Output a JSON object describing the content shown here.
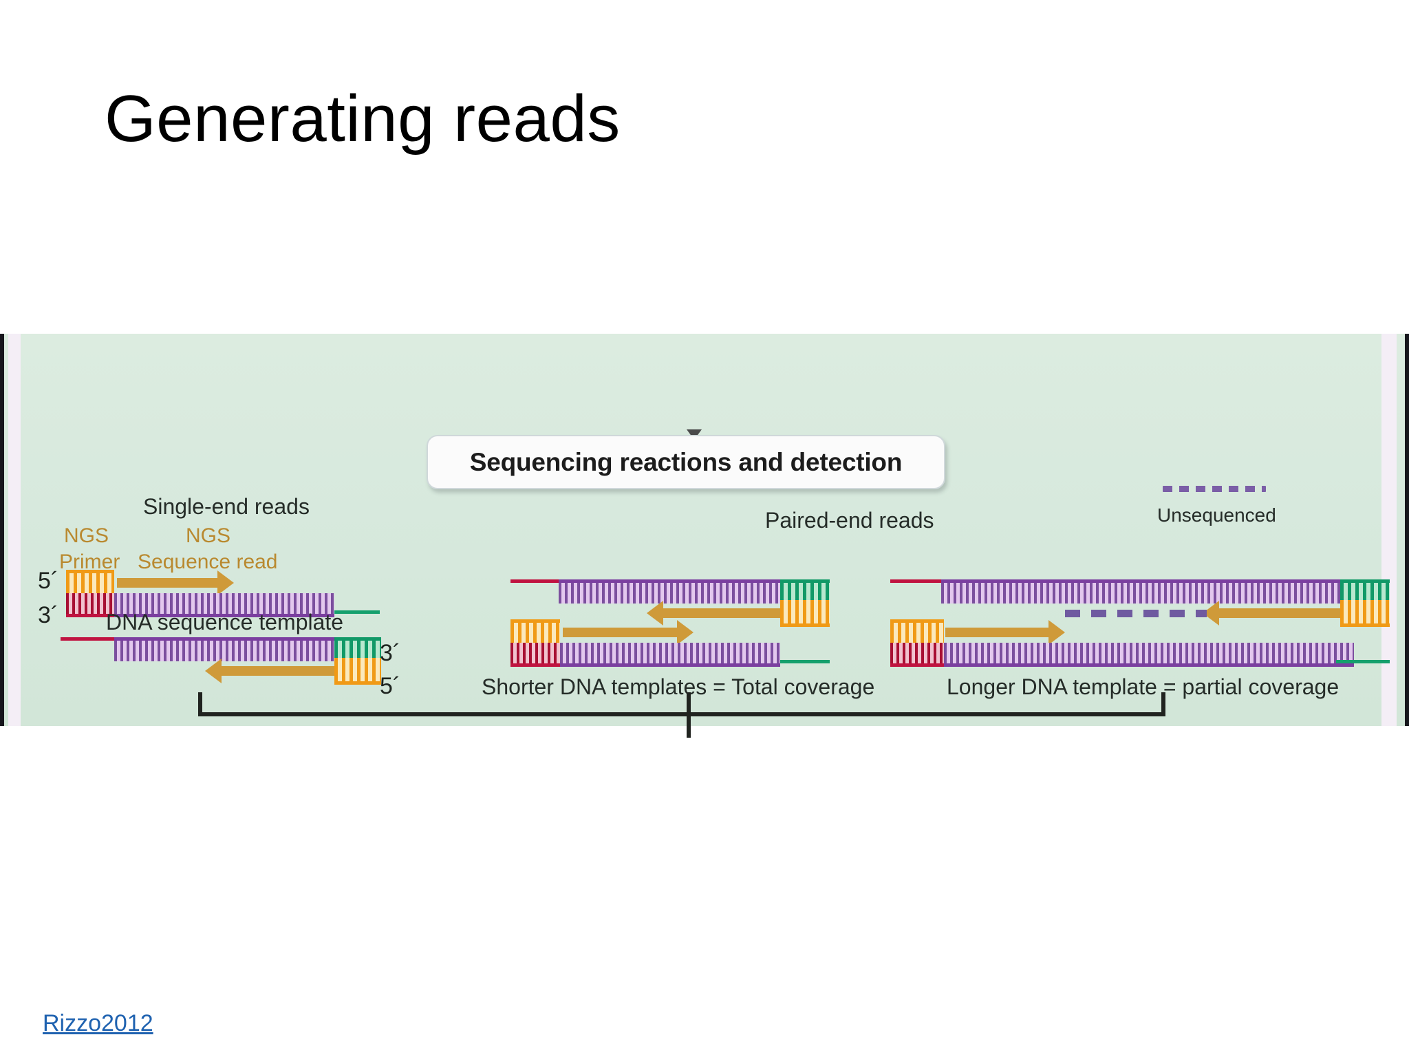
{
  "slide": {
    "title": "Generating reads",
    "source_link": "Rizzo2012"
  },
  "figure": {
    "callout": {
      "title": "Sequencing reactions and detection"
    },
    "background_color": "#d9ead3",
    "legend": {
      "unsequenced_label": "Unsequenced",
      "unsequenced_color": "#7b5ea7"
    },
    "panels": [
      {
        "id": "single-end",
        "heading": "Single-end reads",
        "labels": {
          "ngs_primer_line1": "NGS",
          "ngs_primer_line2": "Primer",
          "ngs_read_line1": "NGS",
          "ngs_read_line2": "Sequence read",
          "template_caption": "DNA sequence template",
          "top_strand_5": "5´",
          "top_strand_3": "3´",
          "bottom_strand_3": "3´",
          "bottom_strand_5": "5´"
        }
      },
      {
        "id": "paired-end",
        "heading": "Paired-end reads",
        "caption": "Shorter DNA templates = Total coverage"
      },
      {
        "id": "long-template",
        "caption": "Longer DNA template = partial coverage"
      }
    ],
    "colors": {
      "adapter_crimson": "#c01340",
      "adapter_green": "#15a06d",
      "template_purple": "#7b3fa0",
      "primer_amber": "#f09a16",
      "read_arrow": "#cf9a39"
    }
  }
}
